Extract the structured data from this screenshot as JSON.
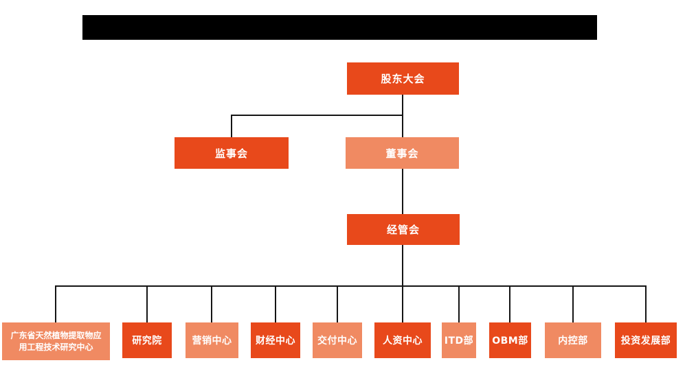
{
  "colors": {
    "primary": "#E8491B",
    "secondary": "#F08A62",
    "line": "#141414",
    "text": "#FFFFFF",
    "redaction": "#000000",
    "background": "#FFFFFF"
  },
  "chart": {
    "root": {
      "label": "股东大会",
      "variant": "primary"
    },
    "level2": [
      {
        "label": "监事会",
        "variant": "primary"
      },
      {
        "label": "董事会",
        "variant": "secondary"
      }
    ],
    "level3": {
      "label": "经管会",
      "variant": "primary"
    },
    "departments": [
      {
        "label": "广东省天然植物提取物应\n用工程技术研究中心",
        "variant": "secondary"
      },
      {
        "label": "研究院",
        "variant": "primary"
      },
      {
        "label": "营销中心",
        "variant": "secondary"
      },
      {
        "label": "财经中心",
        "variant": "primary"
      },
      {
        "label": "交付中心",
        "variant": "secondary"
      },
      {
        "label": "人资中心",
        "variant": "primary"
      },
      {
        "label": "ITD部",
        "variant": "secondary"
      },
      {
        "label": "OBM部",
        "variant": "primary"
      },
      {
        "label": "内控部",
        "variant": "secondary"
      },
      {
        "label": "投资发展部",
        "variant": "primary"
      }
    ]
  }
}
